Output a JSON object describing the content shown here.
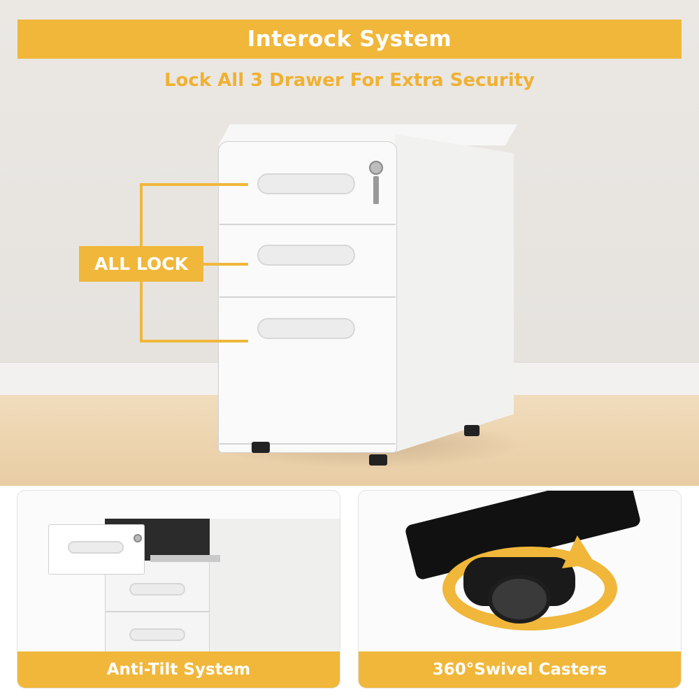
{
  "header": {
    "banner_title": "Interock System",
    "subtitle": "Lock All 3 Drawer For Extra Security"
  },
  "callout": {
    "label": "ALL LOCK"
  },
  "panels": [
    {
      "caption": "Anti-Tilt System"
    },
    {
      "caption": "360°Swivel Casters"
    }
  ],
  "colors": {
    "accent": "#f0b73a",
    "subtitle_text": "#f0b132",
    "cabinet": "#fafafa",
    "floor": "#ecd3ad",
    "wall": "#e8e5e1"
  }
}
